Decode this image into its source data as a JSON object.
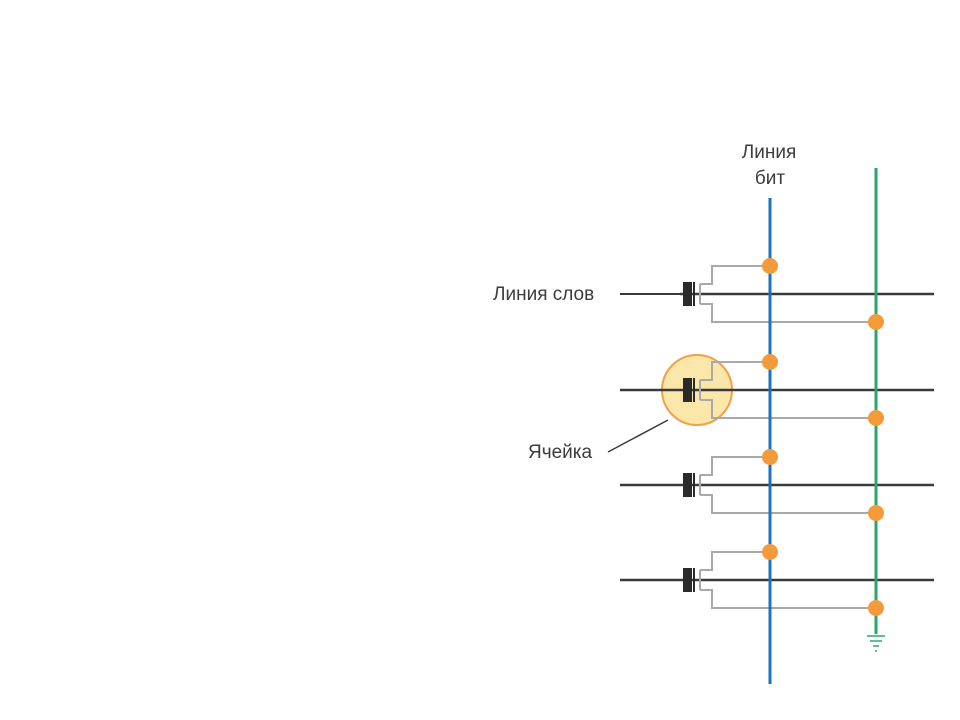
{
  "labels": {
    "bit_line_1": "Линия",
    "bit_line_2": "бит",
    "word_line": "Линия слов",
    "cell": "Ячейка"
  },
  "colors": {
    "bit_line": "#1e73be",
    "ground_line": "#2aa86a",
    "word_line": "#3a3a3a",
    "cell_wire": "#a9a9a9",
    "node": "#f39a3a",
    "cell_highlight_fill": "#fbe7a9",
    "cell_highlight_stroke": "#f0a04a",
    "transistor": "#2a2a2a"
  },
  "icons": {
    "ground": "ground-icon",
    "transistor": "transistor-icon",
    "node": "junction-node-icon"
  }
}
